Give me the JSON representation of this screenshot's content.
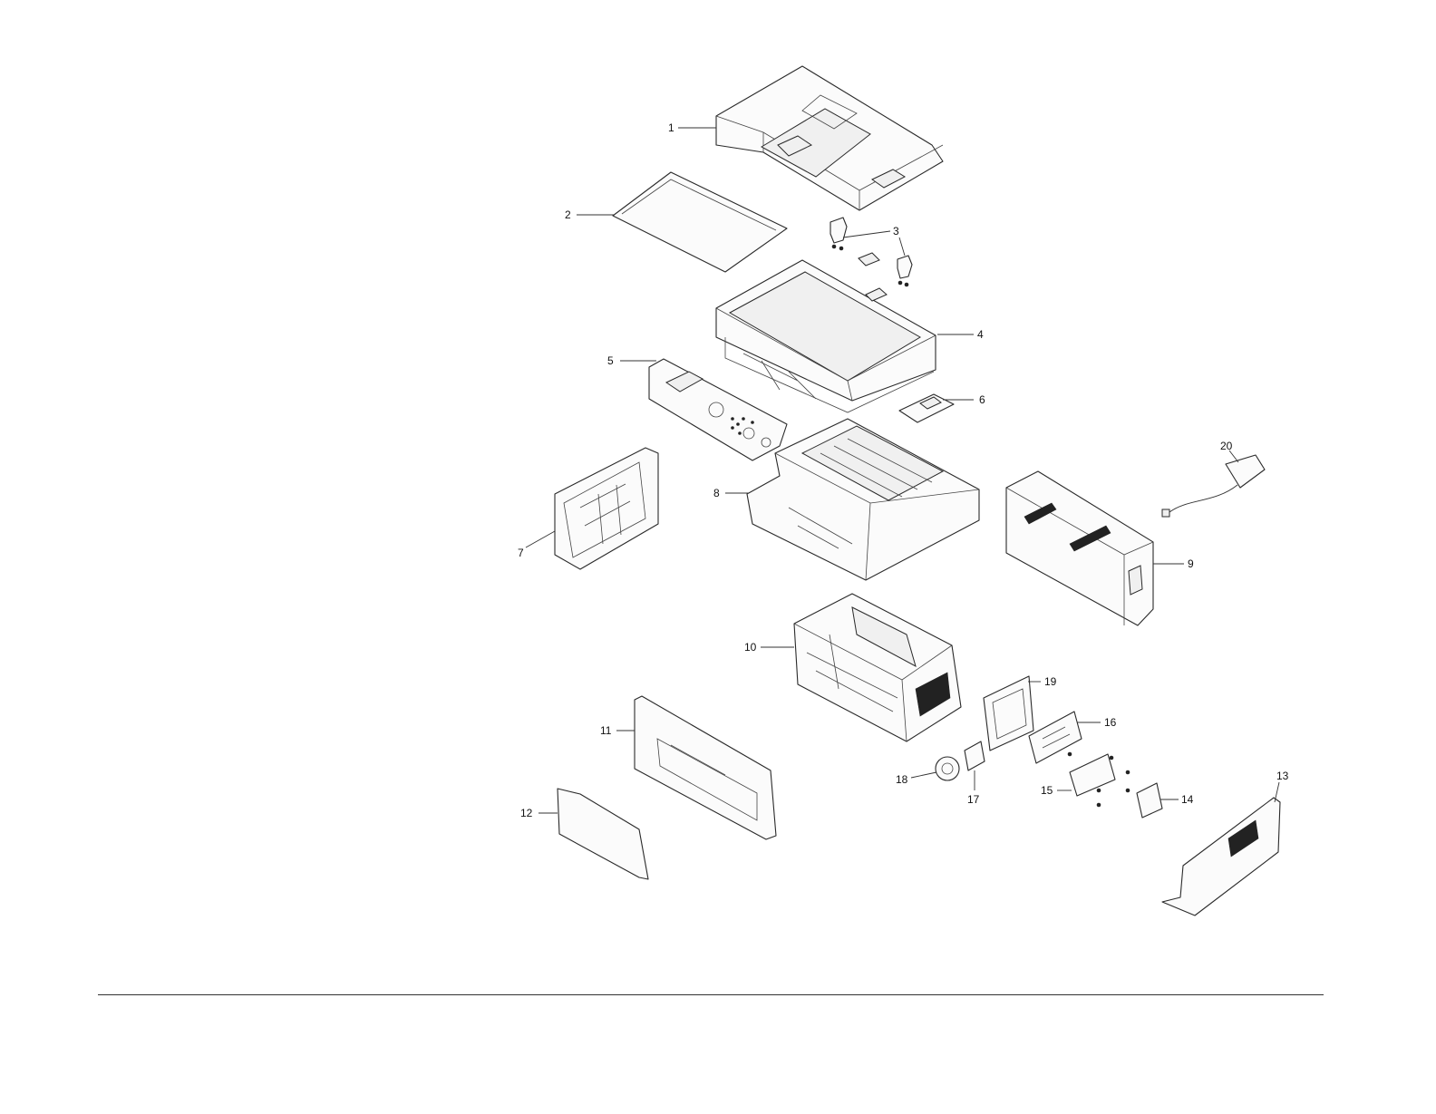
{
  "diagram": {
    "callouts": [
      {
        "id": "1",
        "label": "1"
      },
      {
        "id": "2",
        "label": "2"
      },
      {
        "id": "3",
        "label": "3"
      },
      {
        "id": "4",
        "label": "4"
      },
      {
        "id": "5",
        "label": "5"
      },
      {
        "id": "6",
        "label": "6"
      },
      {
        "id": "7",
        "label": "7"
      },
      {
        "id": "8",
        "label": "8"
      },
      {
        "id": "9",
        "label": "9"
      },
      {
        "id": "10",
        "label": "10"
      },
      {
        "id": "11",
        "label": "11"
      },
      {
        "id": "12",
        "label": "12"
      },
      {
        "id": "13",
        "label": "13"
      },
      {
        "id": "14",
        "label": "14"
      },
      {
        "id": "15",
        "label": "15"
      },
      {
        "id": "16",
        "label": "16"
      },
      {
        "id": "17",
        "label": "17"
      },
      {
        "id": "18",
        "label": "18"
      },
      {
        "id": "19",
        "label": "19"
      },
      {
        "id": "20",
        "label": "20"
      }
    ]
  },
  "colors": {
    "line": "#2a2a2a",
    "background": "#ffffff"
  }
}
